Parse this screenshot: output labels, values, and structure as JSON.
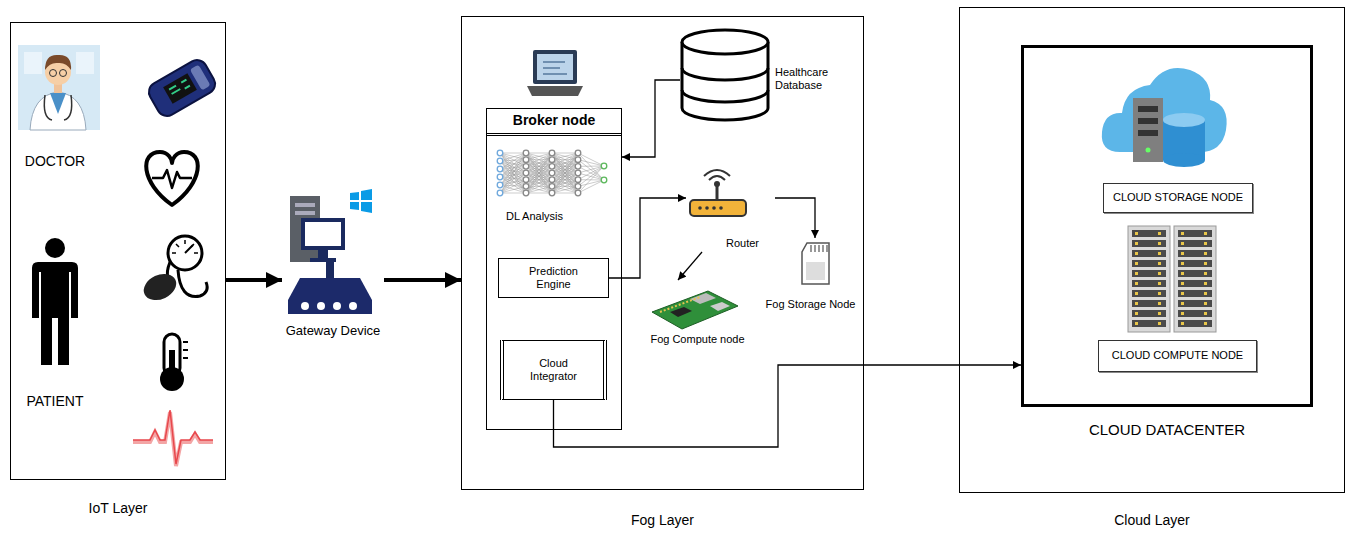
{
  "diagram": {
    "nodes": [
      {
        "text": [
          "IoT Layer"
        ]
      },
      {
        "text": [
          "Gateway Device"
        ]
      },
      {
        "text": [
          "Fog Layer"
        ]
      },
      {
        "text": [
          "Healthcare Database"
        ],
        "in": 2
      },
      {
        "text": [
          "Broker node"
        ],
        "in": 2
      },
      {
        "text": [
          "DL Analysis"
        ],
        "in": 4
      },
      {
        "text": [
          "Prediction Engine"
        ],
        "in": 4
      },
      {
        "text": [
          "Cloud Integrator"
        ],
        "in": 4
      },
      {
        "text": [
          "Router"
        ],
        "in": 2
      },
      {
        "text": [
          "Fog Compute node"
        ],
        "in": 2
      },
      {
        "text": [
          "Fog Storage Node"
        ],
        "in": 2
      },
      {
        "text": [
          "Cloud Layer"
        ]
      },
      {
        "text": [
          "CLOUD DATACENTER"
        ],
        "in": 11
      },
      {
        "text": [
          "CLOUD STORAGE NODE"
        ],
        "in": 12
      },
      {
        "text": [
          "CLOUD COMPUTE NODE"
        ],
        "in": 12
      }
    ],
    "edges": [
      {
        "from": 0,
        "to": 1,
        "arrow": "to"
      },
      {
        "from": 1,
        "to": 2,
        "arrow": "to"
      },
      {
        "from": 3,
        "to": 4,
        "arrow": "to"
      },
      {
        "from": 6,
        "to": 8,
        "arrow": "to"
      },
      {
        "from": 8,
        "to": 9,
        "arrow": "to"
      },
      {
        "from": 8,
        "to": 10,
        "arrow": "to"
      },
      {
        "from": 7,
        "to": 12,
        "arrow": "to"
      }
    ],
    "labels": [
      "DOCTOR",
      "PATIENT"
    ]
  }
}
